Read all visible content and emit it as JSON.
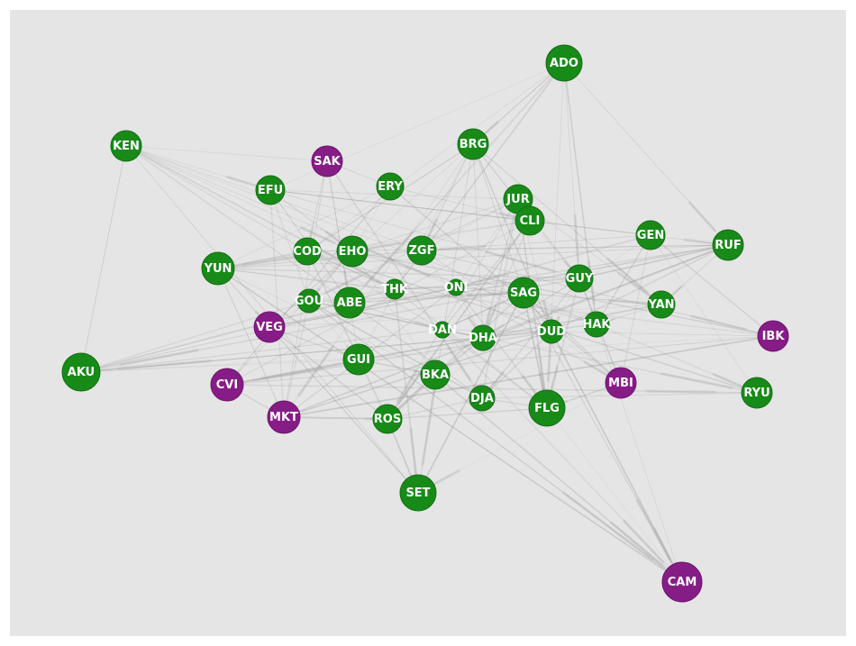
{
  "colors": {
    "background": "#e5e5e5",
    "green": "#188a18",
    "purple": "#861c86",
    "edge": "#8c8c8c",
    "label": "#ffffff"
  },
  "nodes": [
    {
      "id": "ADO",
      "group": "green"
    },
    {
      "id": "KEN",
      "group": "green"
    },
    {
      "id": "SAK",
      "group": "purple"
    },
    {
      "id": "BRG",
      "group": "green"
    },
    {
      "id": "EFU",
      "group": "green"
    },
    {
      "id": "ERY",
      "group": "green"
    },
    {
      "id": "JUR",
      "group": "green"
    },
    {
      "id": "CLI",
      "group": "green"
    },
    {
      "id": "GEN",
      "group": "green"
    },
    {
      "id": "RUF",
      "group": "green"
    },
    {
      "id": "YUN",
      "group": "green"
    },
    {
      "id": "COD",
      "group": "green"
    },
    {
      "id": "EHO",
      "group": "green"
    },
    {
      "id": "ZGF",
      "group": "green"
    },
    {
      "id": "GUY",
      "group": "green"
    },
    {
      "id": "GOU",
      "group": "green"
    },
    {
      "id": "THK",
      "group": "green"
    },
    {
      "id": "ONI",
      "group": "green"
    },
    {
      "id": "ABE",
      "group": "green"
    },
    {
      "id": "SAG",
      "group": "green"
    },
    {
      "id": "YAN",
      "group": "green"
    },
    {
      "id": "VEG",
      "group": "purple"
    },
    {
      "id": "DAN",
      "group": "green"
    },
    {
      "id": "DHA",
      "group": "green"
    },
    {
      "id": "DUD",
      "group": "green"
    },
    {
      "id": "HAK",
      "group": "green"
    },
    {
      "id": "IBK",
      "group": "purple"
    },
    {
      "id": "AKU",
      "group": "green"
    },
    {
      "id": "GUI",
      "group": "green"
    },
    {
      "id": "BKA",
      "group": "green"
    },
    {
      "id": "MBI",
      "group": "purple"
    },
    {
      "id": "CVI",
      "group": "purple"
    },
    {
      "id": "RYU",
      "group": "green"
    },
    {
      "id": "DJA",
      "group": "green"
    },
    {
      "id": "FLG",
      "group": "green"
    },
    {
      "id": "MKT",
      "group": "purple"
    },
    {
      "id": "ROS",
      "group": "green"
    },
    {
      "id": "SET",
      "group": "green"
    },
    {
      "id": "CAM",
      "group": "purple"
    }
  ]
}
